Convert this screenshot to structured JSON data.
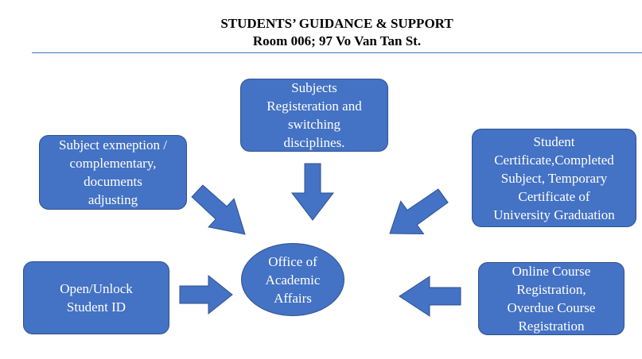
{
  "header": {
    "title": "STUDENTS’ GUIDANCE & SUPPORT",
    "subtitle": "Room 006; 97 Vo Van Tan St."
  },
  "center": {
    "label": "Office of\nAcademic\nAffairs"
  },
  "boxes": {
    "subjects_registration": "Subjects\nRegisteration and\nswitching\ndisciplines.",
    "subject_exemption": "Subject exmeption /\ncomplementary,\ndocuments\nadjusting",
    "student_certificate": "Student\nCertificate,Completed\nSubject, Temporary\nCertificate of\nUniversity Graduation",
    "student_id": "Open/Unlock\nStudent ID",
    "online_registration": "Online Course\nRegistration,\nOverdue Course\nRegistration"
  },
  "colors": {
    "fill": "#4472c4",
    "border": "#2f528f",
    "rule": "#4472c4"
  }
}
